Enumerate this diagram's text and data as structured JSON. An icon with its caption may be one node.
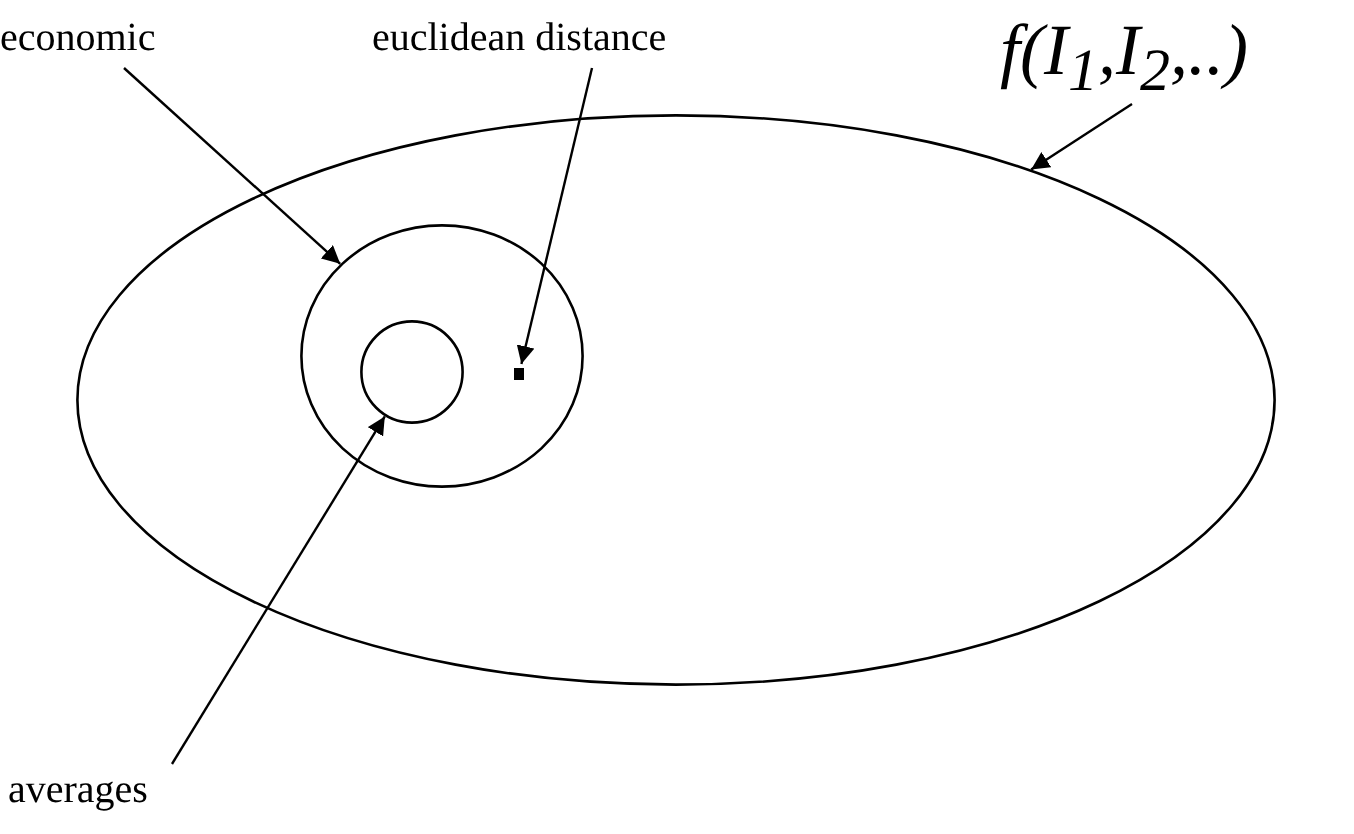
{
  "diagram": {
    "nodes": [
      {
        "text": [
          "economic"
        ]
      },
      {
        "text": [
          "euclidean distance"
        ]
      },
      {
        "text": [
          "f(I$_{1}$,I$_{2}$,..)"
        ]
      },
      {
        "text": [],
        "shape": "ellipse"
      },
      {
        "text": [],
        "shape": "circle",
        "in": 3
      },
      {
        "text": [],
        "shape": "circle",
        "in": 4
      },
      {
        "text": [],
        "shape": "box",
        "in": 4
      },
      {
        "text": [
          "averages"
        ]
      }
    ],
    "edges": [
      {
        "from": 0,
        "to": 4,
        "arrow": "to"
      },
      {
        "from": 1,
        "to": 6,
        "arrow": "to"
      },
      {
        "from": 2,
        "to": 3,
        "arrow": "to"
      },
      {
        "from": 7,
        "to": 5,
        "arrow": "to"
      }
    ]
  }
}
